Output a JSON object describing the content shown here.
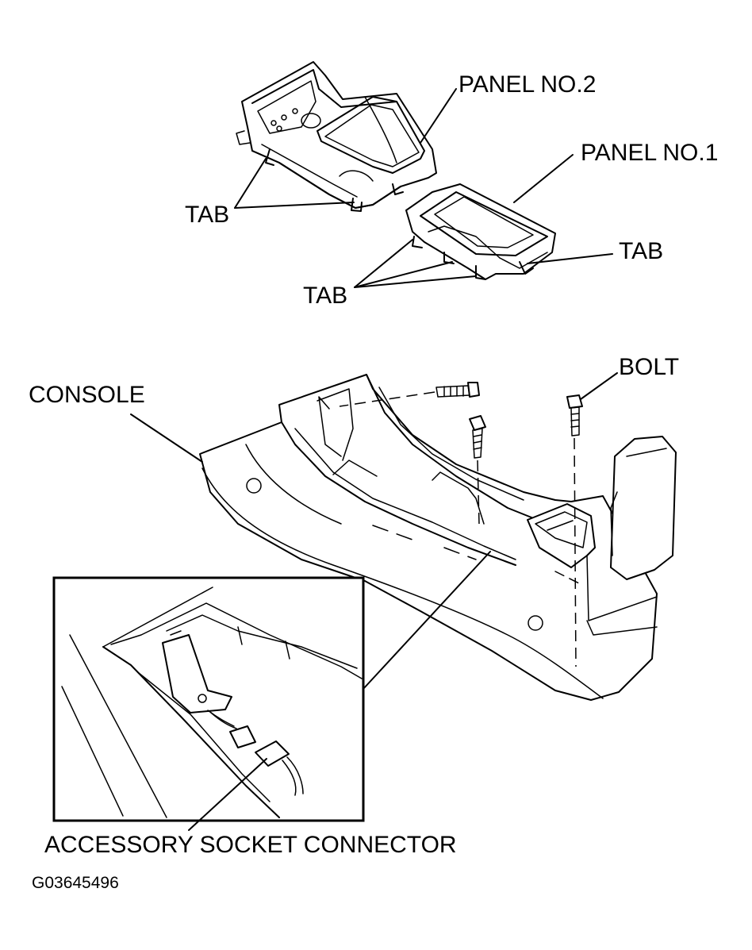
{
  "labels": {
    "panel_no2": "PANEL NO.2",
    "panel_no1": "PANEL NO.1",
    "tab_left": "TAB",
    "tab_bottom": "TAB",
    "tab_right": "TAB",
    "bolt": "BOLT",
    "console": "CONSOLE",
    "accessory_socket_connector": "ACCESSORY SOCKET CONNECTOR",
    "figure_code": "G03645496"
  }
}
